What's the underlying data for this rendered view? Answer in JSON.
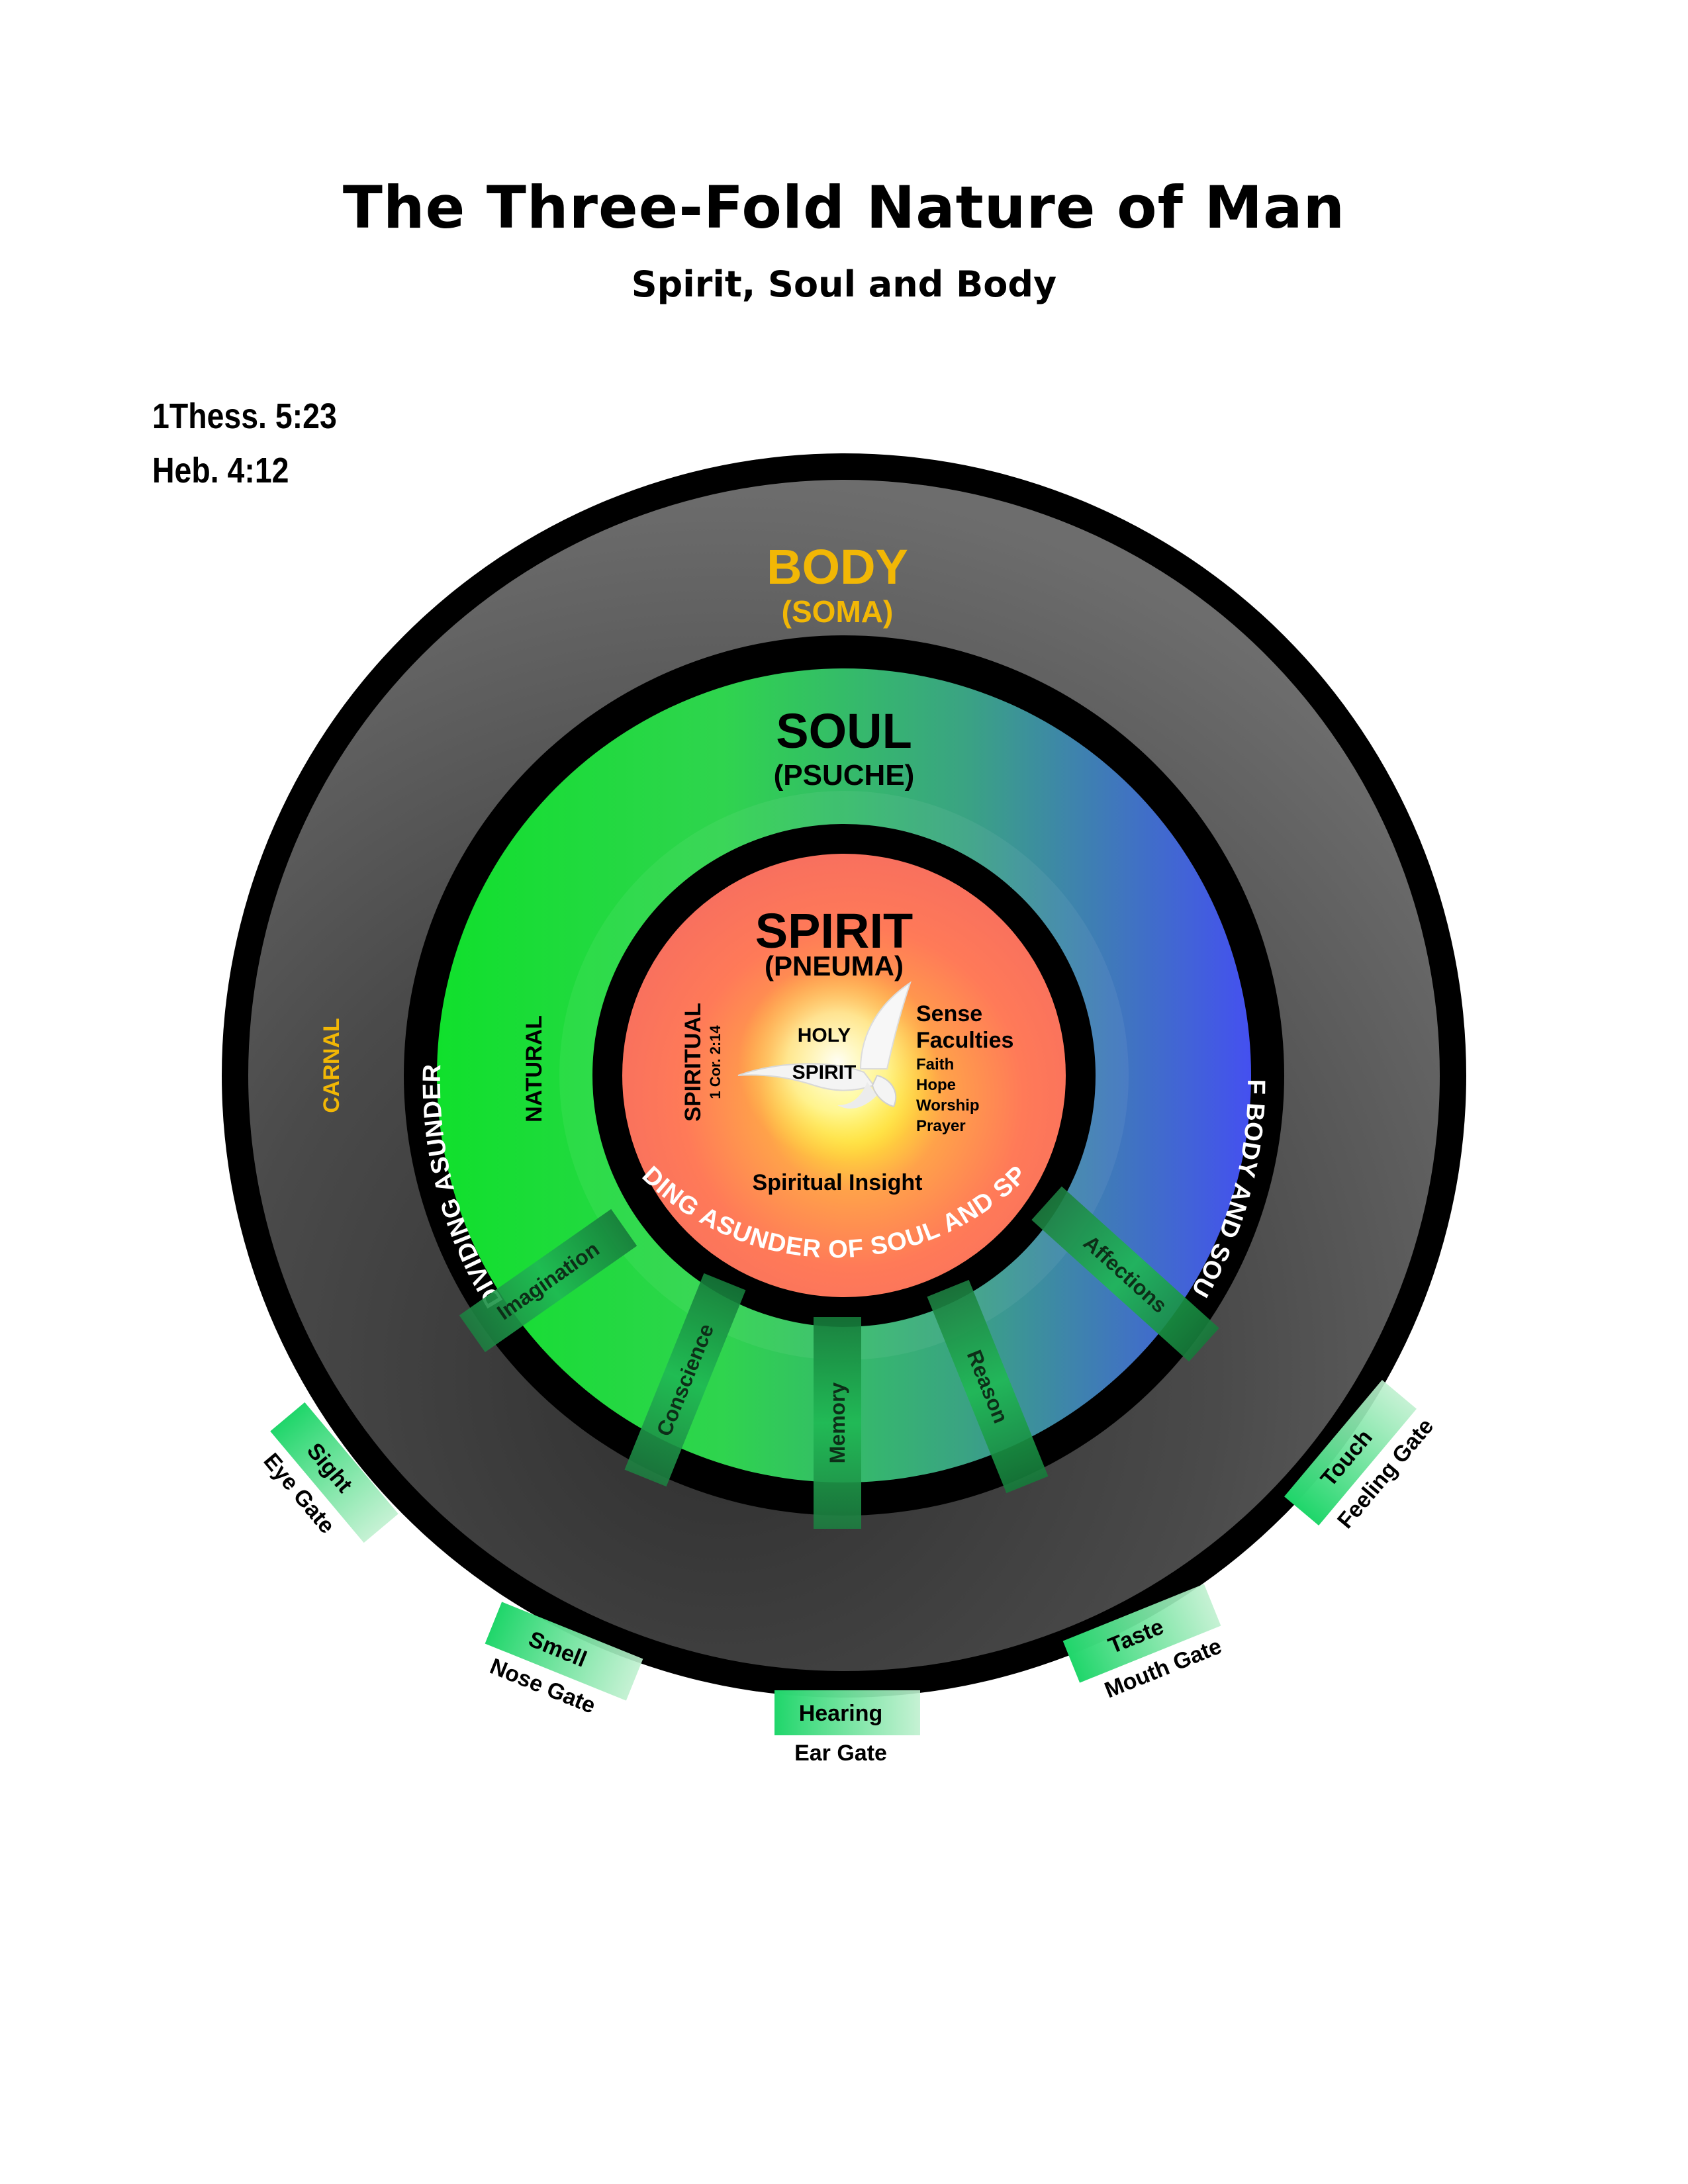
{
  "title": "The Three-Fold Nature of Man",
  "subtitle": "Spirit, Soul and Body",
  "references": [
    "1Thess. 5:23",
    "Heb. 4:12"
  ],
  "body": {
    "label": "BODY",
    "greek": "(SOMA)",
    "side_label": "CARNAL",
    "label_color": "#f2b705"
  },
  "soul": {
    "label": "SOUL",
    "greek": "(PSUCHE)",
    "side_label": "NATURAL"
  },
  "spirit": {
    "label": "SPIRIT",
    "greek": "(PNEUMA)",
    "side_label": "SPIRITUAL",
    "side_reference": "1 Cor. 2:14",
    "holy_spirit": [
      "HOLY",
      "SPIRIT"
    ],
    "sense_title": [
      "Sense",
      "Faculties"
    ],
    "sense_items": [
      "Faith",
      "Hope",
      "Worship",
      "Prayer"
    ],
    "insight": "Spiritual Insight"
  },
  "dividing_text": {
    "soul_spirit": "DIVIDING ASUNDER OF SOUL AND SPIRIT",
    "body_soul_left": "DIVIDING ASUNDER",
    "body_soul_right": "OF BODY AND SOUL"
  },
  "soul_faculties": [
    "Imagination",
    "Conscience",
    "Memory",
    "Reason",
    "Affections"
  ],
  "gates": [
    {
      "sense": "Sight",
      "gate": "Eye Gate"
    },
    {
      "sense": "Smell",
      "gate": "Nose Gate"
    },
    {
      "sense": "Hearing",
      "gate": "Ear Gate"
    },
    {
      "sense": "Taste",
      "gate": "Mouth Gate"
    },
    {
      "sense": "Touch",
      "gate": "Feeling Gate"
    }
  ],
  "colors": {
    "ring_dark": "#000000",
    "body_gray": "#4a4a4a",
    "faculty_green": "#1db954",
    "dove": "dove-icon"
  }
}
